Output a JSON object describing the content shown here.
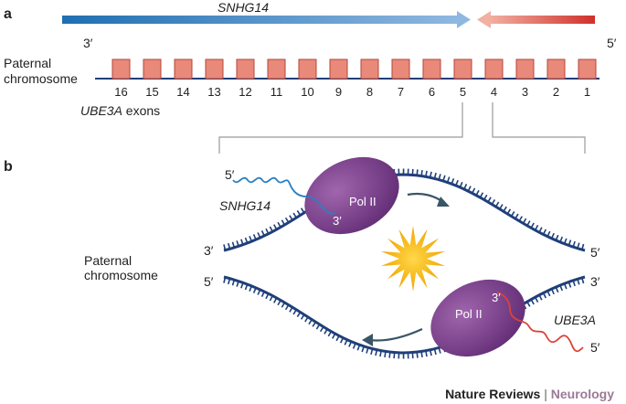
{
  "panel_a": {
    "label": "a",
    "snhg14_label": "SNHG14",
    "left_end": "3′",
    "right_end": "5′",
    "chromosome_label_line1": "Paternal",
    "chromosome_label_line2": "chromosome",
    "exon_numbers": [
      "16",
      "15",
      "14",
      "13",
      "12",
      "11",
      "10",
      "9",
      "8",
      "7",
      "6",
      "5",
      "4",
      "3",
      "2",
      "1"
    ],
    "exons_label_gene": "UBE3A",
    "exons_label_suffix": " exons"
  },
  "panel_b": {
    "label": "b",
    "top_strand_left": "3′",
    "top_strand_right": "5′",
    "bottom_strand_left": "5′",
    "bottom_strand_right": "3′",
    "chromosome_label_line1": "Paternal",
    "chromosome_label_line2": "chromosome",
    "polymerase_top": {
      "label": "Pol II",
      "rna_name": "SNHG14",
      "rna_5prime": "5′",
      "rna_3prime": "3′"
    },
    "polymerase_bottom": {
      "label": "Pol II",
      "rna_name": "UBE3A",
      "rna_5prime": "5′",
      "rna_3prime": "3′"
    }
  },
  "footer": {
    "journal": "Nature Reviews",
    "separator": " | ",
    "section": "Neurology"
  },
  "colors": {
    "dna": "#1f3f7a",
    "exon_fill": "#e8897a",
    "exon_stroke": "#b4463a",
    "snhg14_arrow_start": "#1f6fb2",
    "snhg14_arrow_end": "#8fb8e0",
    "ube3a_arrow_start": "#f2b0a2",
    "ube3a_arrow_end": "#d0302a",
    "pol_ii": "#7b3f8c",
    "snhg14_rna": "#2a7fc1",
    "ube3a_rna": "#d9443a",
    "collision": "#f5b800",
    "brand_accent": "#9b7a96"
  }
}
